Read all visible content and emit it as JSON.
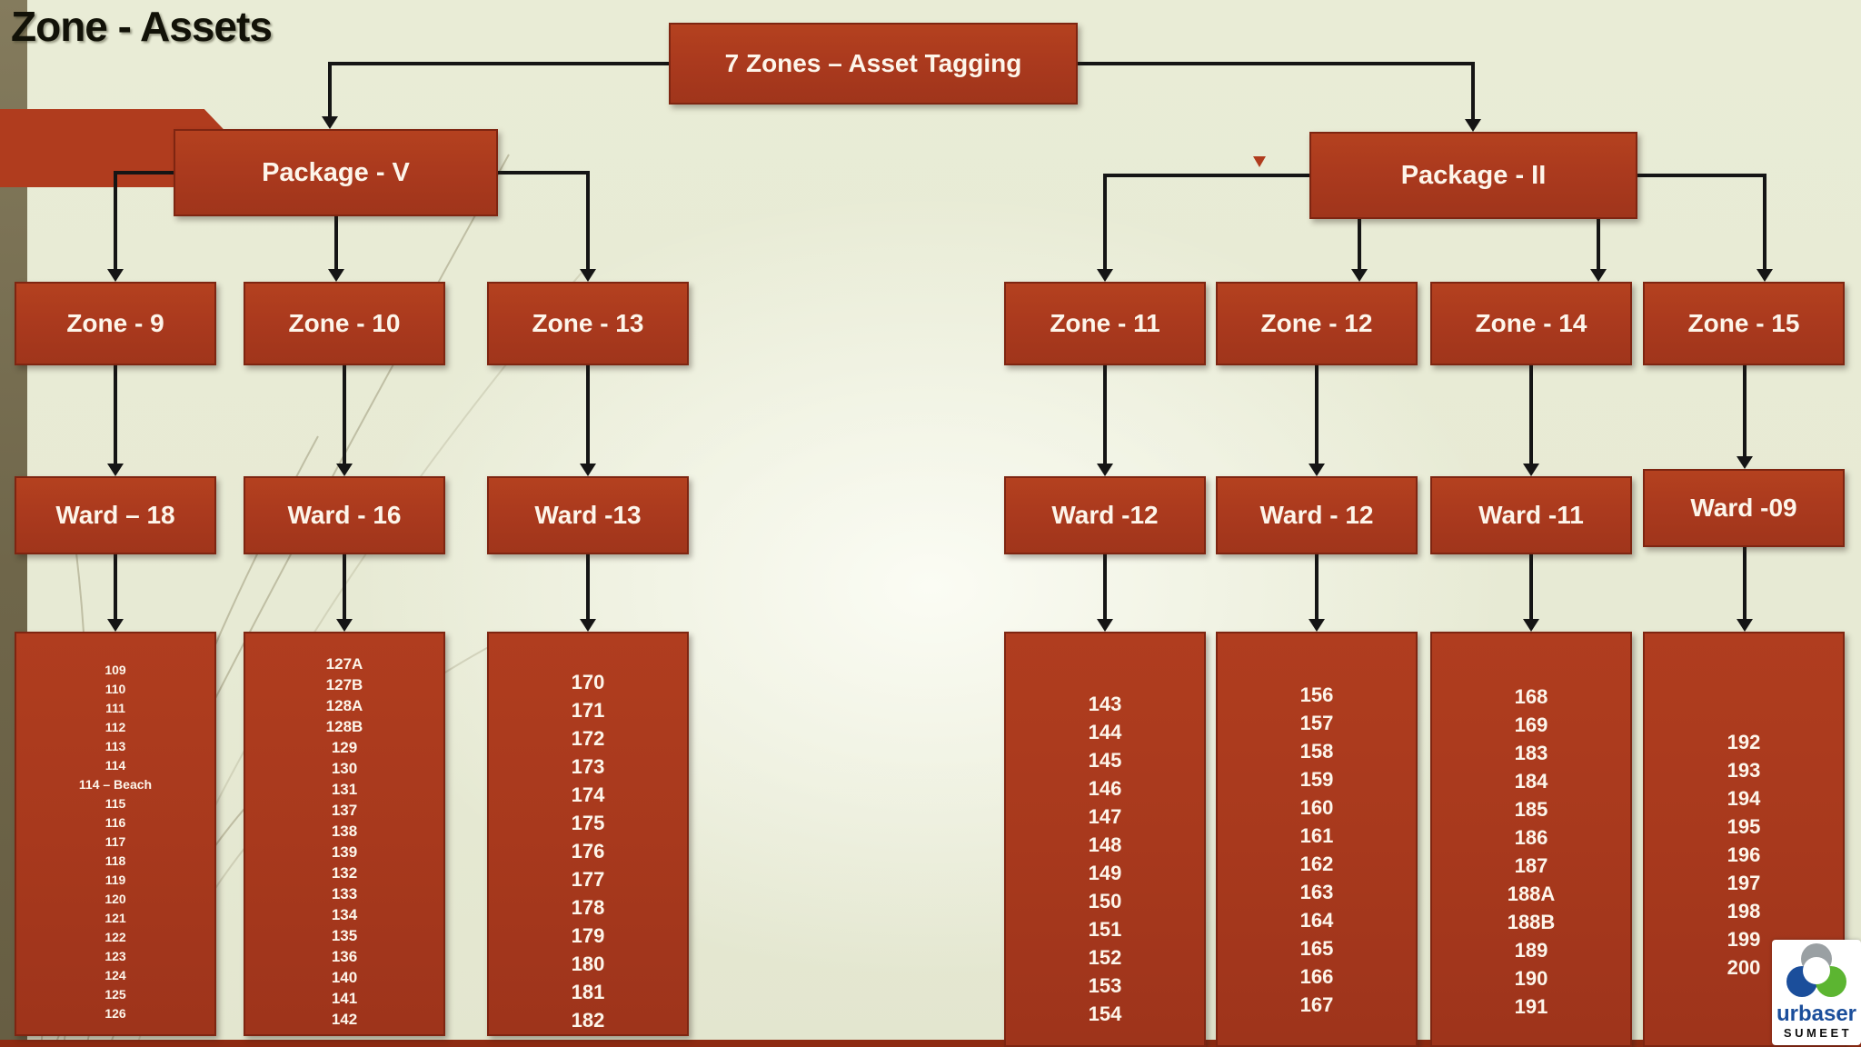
{
  "page_title": "Zone - Assets",
  "root_label": "7 Zones – Asset Tagging",
  "packages": [
    {
      "label": "Package - V",
      "columns": [
        {
          "zone": "Zone - 9",
          "ward": "Ward – 18",
          "assets": [
            "109",
            "110",
            "111",
            "112",
            "113",
            "114",
            "114 – Beach",
            "115",
            "116",
            "117",
            "118",
            "119",
            "120",
            "121",
            "122",
            "123",
            "124",
            "125",
            "126"
          ]
        },
        {
          "zone": "Zone - 10",
          "ward": "Ward - 16",
          "assets": [
            "127A",
            "127B",
            "128A",
            "128B",
            "129",
            "130",
            "131",
            "137",
            "138",
            "139",
            "132",
            "133",
            "134",
            "135",
            "136",
            "140",
            "141",
            "142"
          ]
        },
        {
          "zone": "Zone - 13",
          "ward": "Ward -13",
          "assets": [
            "170",
            "171",
            "172",
            "173",
            "174",
            "175",
            "176",
            "177",
            "178",
            "179",
            "180",
            "181",
            "182"
          ]
        }
      ]
    },
    {
      "label": "Package - II",
      "columns": [
        {
          "zone": "Zone - 11",
          "ward": "Ward -12",
          "assets": [
            "143",
            "144",
            "145",
            "146",
            "147",
            "148",
            "149",
            "150",
            "151",
            "152",
            "153",
            "154"
          ]
        },
        {
          "zone": "Zone - 12",
          "ward": "Ward - 12",
          "assets": [
            "156",
            "157",
            "158",
            "159",
            "160",
            "161",
            "162",
            "163",
            "164",
            "165",
            "166",
            "167"
          ]
        },
        {
          "zone": "Zone - 14",
          "ward": "Ward -11",
          "assets": [
            "168",
            "169",
            "183",
            "184",
            "185",
            "186",
            "187",
            "188A",
            "188B",
            "189",
            "190",
            "191"
          ]
        },
        {
          "zone": "Zone - 15",
          "ward": "Ward -09",
          "assets": [
            "192",
            "193",
            "194",
            "195",
            "196",
            "197",
            "198",
            "199",
            "200"
          ]
        }
      ]
    }
  ],
  "logo": {
    "brand": "urbaser",
    "subbrand": "SUMEET"
  },
  "colors": {
    "box_fill": "#ab3a1e",
    "box_border": "#7e2511",
    "background": "#e9ecd6",
    "line": "#151515",
    "strip": "#6f664a",
    "bottom_bar": "#8e2b12",
    "logo_blue": "#1b4e9b",
    "logo_green": "#5cb531",
    "logo_gray": "#9aa0a3"
  }
}
